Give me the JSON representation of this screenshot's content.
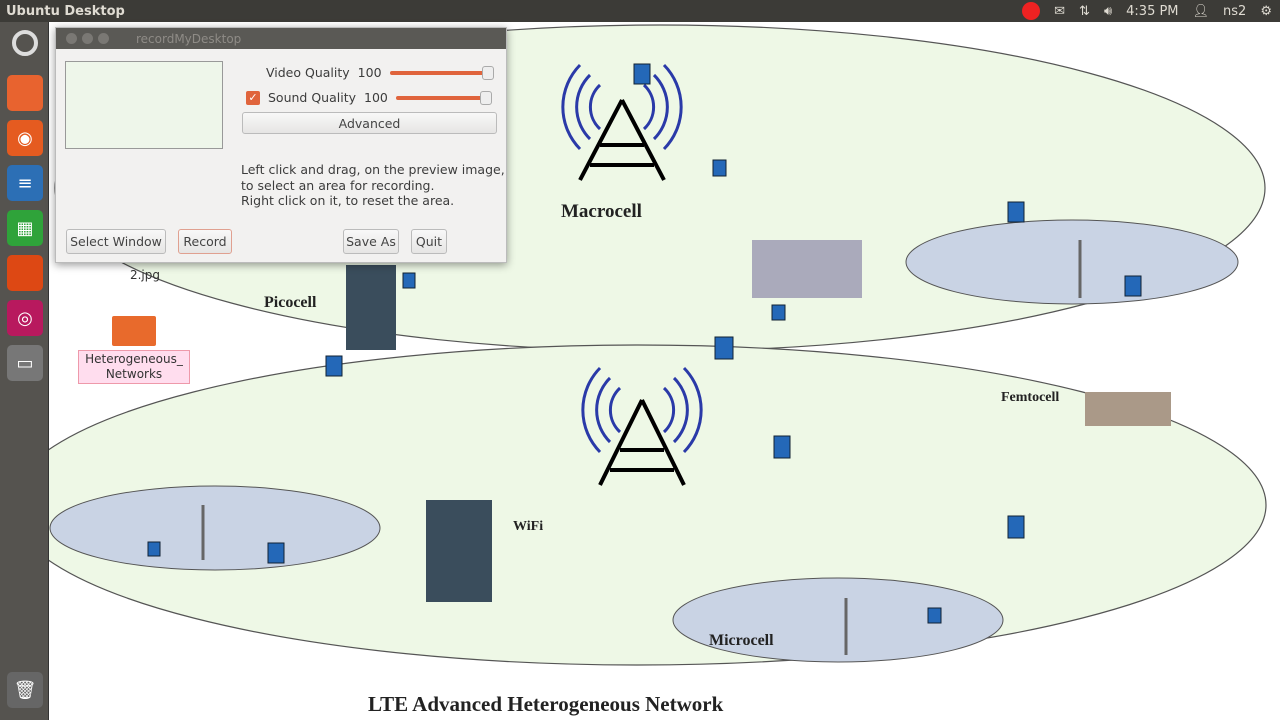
{
  "topbar": {
    "title": "Ubuntu Desktop",
    "time": "4:35 PM",
    "user": "ns2",
    "icons": [
      "record-indicator-icon",
      "mail-icon",
      "network-icon",
      "volume-icon",
      "user-icon",
      "power-gear-icon"
    ]
  },
  "launcher": {
    "items": [
      "ubuntu-dash",
      "files",
      "firefox",
      "libreoffice-writer",
      "libreoffice-calc",
      "software-center",
      "system-settings",
      "workspace-switcher"
    ]
  },
  "desktop": {
    "icons": [
      {
        "label": "2.jpg"
      },
      {
        "label": "Heterogeneous_ Networks"
      }
    ]
  },
  "dialog": {
    "title": "recordMyDesktop",
    "video_quality_label": "Video Quality",
    "video_quality": "100",
    "sound_quality_label": "Sound Quality",
    "sound_quality": "100",
    "sound_enabled": true,
    "advanced_label": "Advanced",
    "help": [
      "Left click and drag, on the preview image,",
      "to select an area for recording.",
      "Right click on it, to reset the area."
    ],
    "buttons": {
      "select_window": "Select Window",
      "record": "Record",
      "save_as": "Save As",
      "quit": "Quit"
    },
    "accent": "#e0643c"
  },
  "diagram": {
    "labels": {
      "macrocell": "Macrocell",
      "picocell": "Picocell",
      "femtocell": "Femtocell",
      "wifi": "WiFi",
      "microcell": "Microcell",
      "title": "LTE Advanced Heterogeneous Network"
    }
  }
}
